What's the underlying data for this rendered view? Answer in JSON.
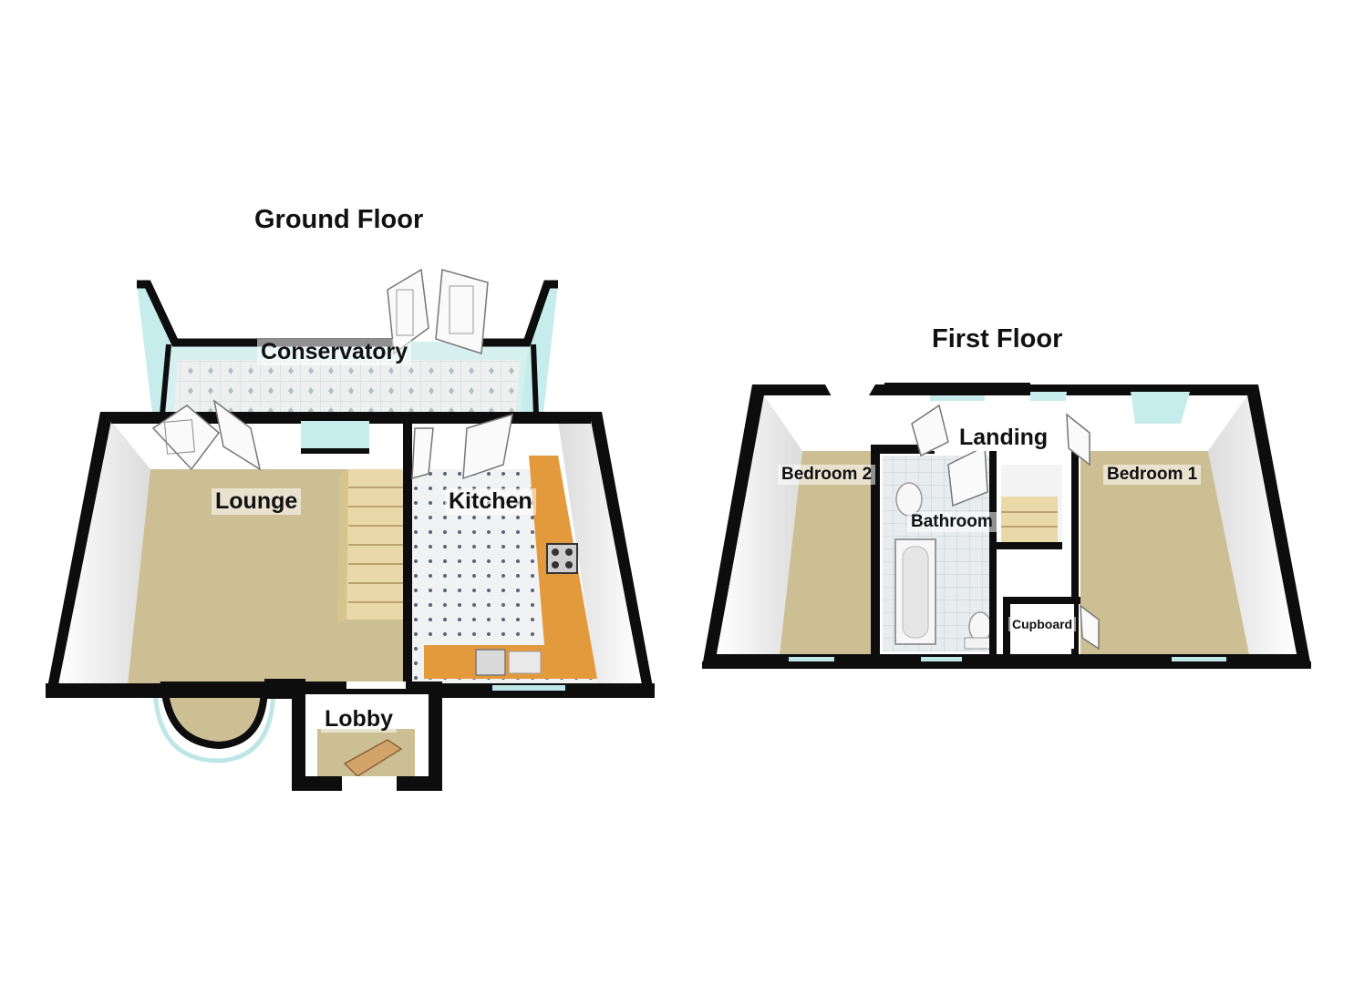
{
  "floors": {
    "ground": {
      "title": "Ground Floor",
      "rooms": {
        "conservatory": "Conservatory",
        "lounge": "Lounge",
        "kitchen": "Kitchen",
        "lobby": "Lobby"
      }
    },
    "first": {
      "title": "First Floor",
      "rooms": {
        "landing": "Landing",
        "bedroom2": "Bedroom 2",
        "bedroom1": "Bedroom 1",
        "bathroom": "Bathroom",
        "cupboard": "Cupboard"
      }
    }
  },
  "colors": {
    "wall": "#0d0d0d",
    "carpet": "#cdbf94",
    "tile": "#ecefef",
    "worktop": "#e39a3c",
    "glass": "#bfe6e6",
    "stair": "#ead9a8"
  }
}
